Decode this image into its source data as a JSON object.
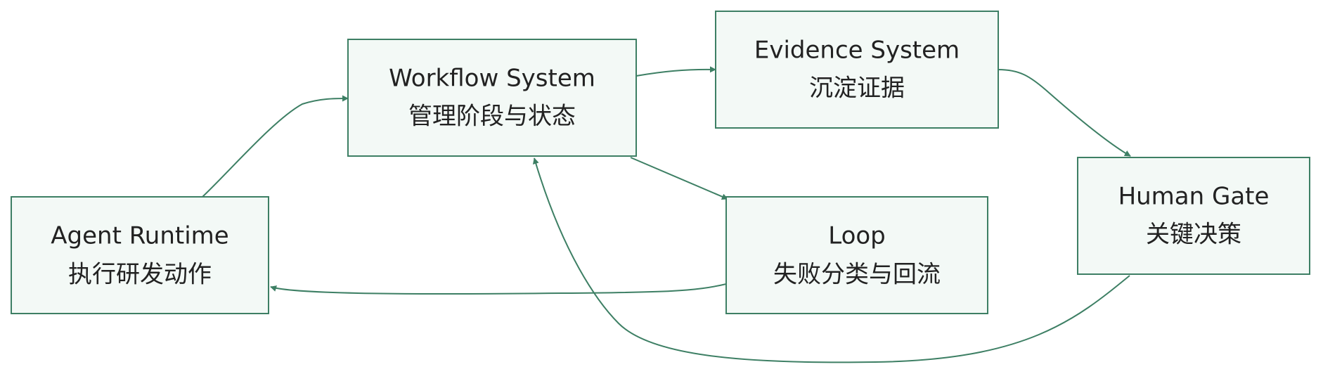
{
  "colors": {
    "node_fill": "#f3f9f6",
    "node_stroke": "#3d7f64",
    "edge": "#3d7f64",
    "text": "#222222"
  },
  "nodes": {
    "agent_runtime": {
      "title": "Agent Runtime",
      "subtitle": "执行研发动作"
    },
    "workflow_system": {
      "title": "Workflow System",
      "subtitle": "管理阶段与状态"
    },
    "evidence_system": {
      "title": "Evidence System",
      "subtitle": "沉淀证据"
    },
    "loop": {
      "title": "Loop",
      "subtitle": "失败分类与回流"
    },
    "human_gate": {
      "title": "Human Gate",
      "subtitle": "关键决策"
    }
  },
  "edges": [
    {
      "from": "agent_runtime",
      "to": "workflow_system"
    },
    {
      "from": "workflow_system",
      "to": "evidence_system"
    },
    {
      "from": "workflow_system",
      "to": "loop"
    },
    {
      "from": "evidence_system",
      "to": "human_gate"
    },
    {
      "from": "loop",
      "to": "agent_runtime"
    },
    {
      "from": "human_gate",
      "to": "workflow_system"
    }
  ]
}
